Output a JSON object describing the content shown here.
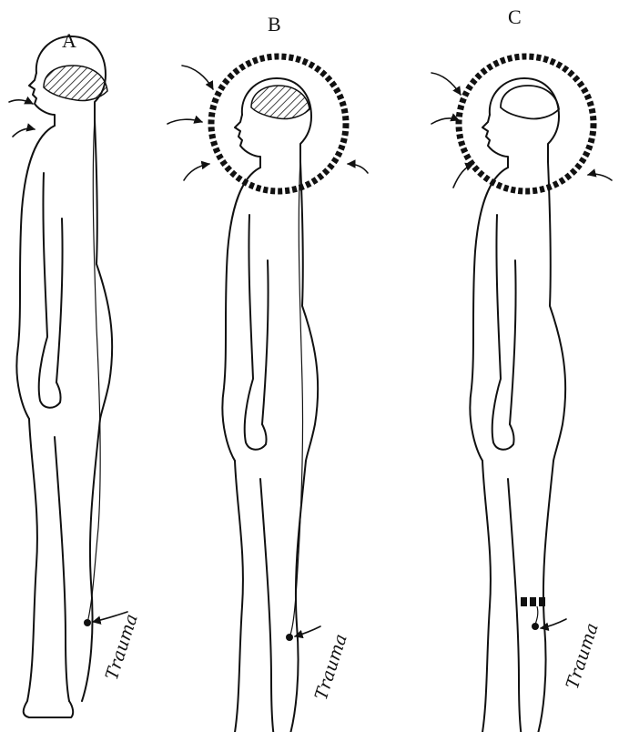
{
  "figures": [
    {
      "label": "A",
      "trauma_label": "Trauma"
    },
    {
      "label": "B",
      "trauma_label": "Trauma"
    },
    {
      "label": "C",
      "trauma_label": "Trauma"
    }
  ],
  "colors": {
    "ink": "#111111",
    "paper": "#ffffff"
  }
}
